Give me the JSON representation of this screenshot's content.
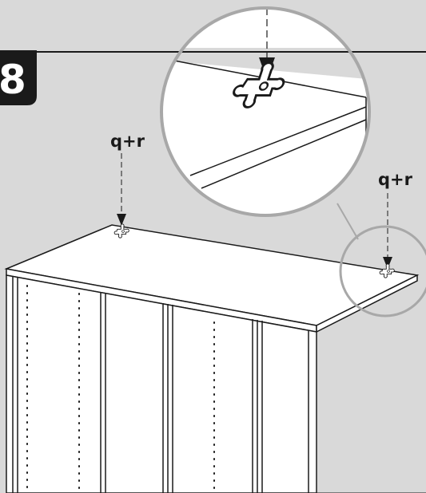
{
  "step_number": "8",
  "labels": {
    "left_part": "q+r",
    "right_part": "q+r"
  },
  "colors": {
    "background": "#d9d9d9",
    "line": "#1a1a1a",
    "zoom_circle": "#a8a8a8",
    "step_badge": "#1a1a1a",
    "cabinet": "#ffffff"
  },
  "icons": {
    "connector": "puzzle-connector-icon",
    "arrow": "arrow-down-icon"
  }
}
